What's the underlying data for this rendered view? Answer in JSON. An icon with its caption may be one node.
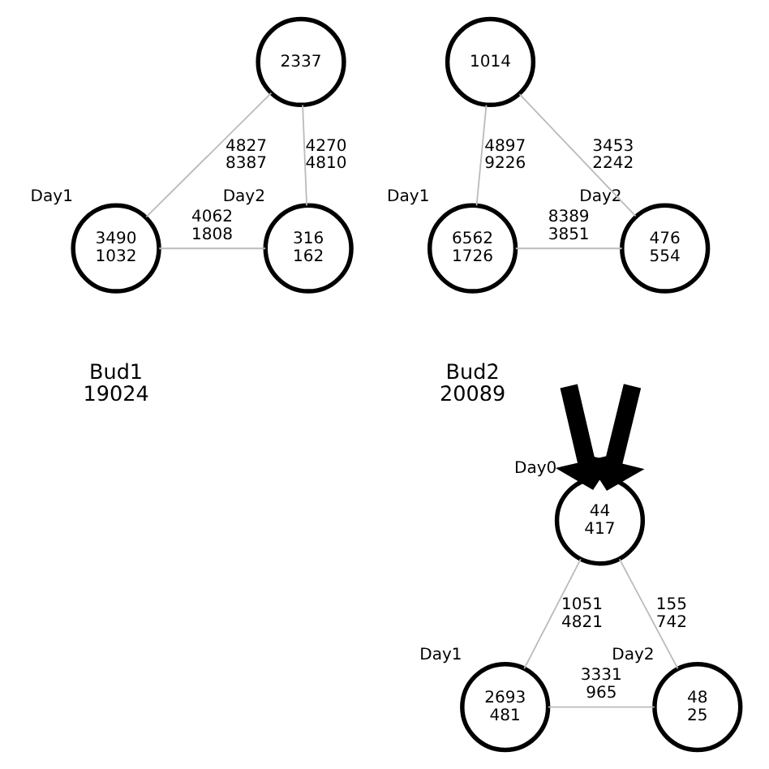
{
  "diagram": {
    "nodes": [
      {
        "text": [
          "2337"
        ]
      },
      {
        "text": [
          "3490",
          "1032"
        ],
        "beside": [
          "Day1"
        ]
      },
      {
        "text": [
          "316",
          "162"
        ],
        "beside": [
          "Day2"
        ]
      },
      {
        "text": [
          "1014"
        ]
      },
      {
        "text": [
          "6562",
          "1726"
        ],
        "beside": [
          "Day1"
        ]
      },
      {
        "text": [
          "476",
          "554"
        ],
        "beside": [
          "Day2"
        ]
      },
      {
        "text": [
          "44",
          "417"
        ],
        "beside": [
          "Day0"
        ]
      },
      {
        "text": [
          "2693",
          "481"
        ],
        "beside": [
          "Day1"
        ]
      },
      {
        "text": [
          "48",
          "25"
        ],
        "beside": [
          "Day2"
        ]
      }
    ],
    "edges": [
      {
        "from": 0,
        "to": 1,
        "arrow": "none",
        "label": "4827 8387"
      },
      {
        "from": 0,
        "to": 2,
        "arrow": "none",
        "label": "4270 4810"
      },
      {
        "from": 1,
        "to": 2,
        "arrow": "none",
        "label": "4062 1808"
      },
      {
        "from": 3,
        "to": 4,
        "arrow": "none",
        "label": "4897 9226"
      },
      {
        "from": 3,
        "to": 5,
        "arrow": "none",
        "label": "3453 2242"
      },
      {
        "from": 4,
        "to": 5,
        "arrow": "none",
        "label": "8389 3851"
      },
      {
        "from": null,
        "to": 6,
        "arrow": "to",
        "style": "thick",
        "color": "#000000"
      },
      {
        "from": null,
        "to": 6,
        "arrow": "to",
        "style": "thick",
        "color": "#000000"
      },
      {
        "from": 6,
        "to": 7,
        "arrow": "none",
        "label": "1051 4821"
      },
      {
        "from": 6,
        "to": 8,
        "arrow": "none",
        "label": "155 742"
      },
      {
        "from": 7,
        "to": 8,
        "arrow": "none",
        "label": "3331 965"
      }
    ],
    "labels": [
      "Bud1 19024",
      "Bud2 20089"
    ]
  }
}
